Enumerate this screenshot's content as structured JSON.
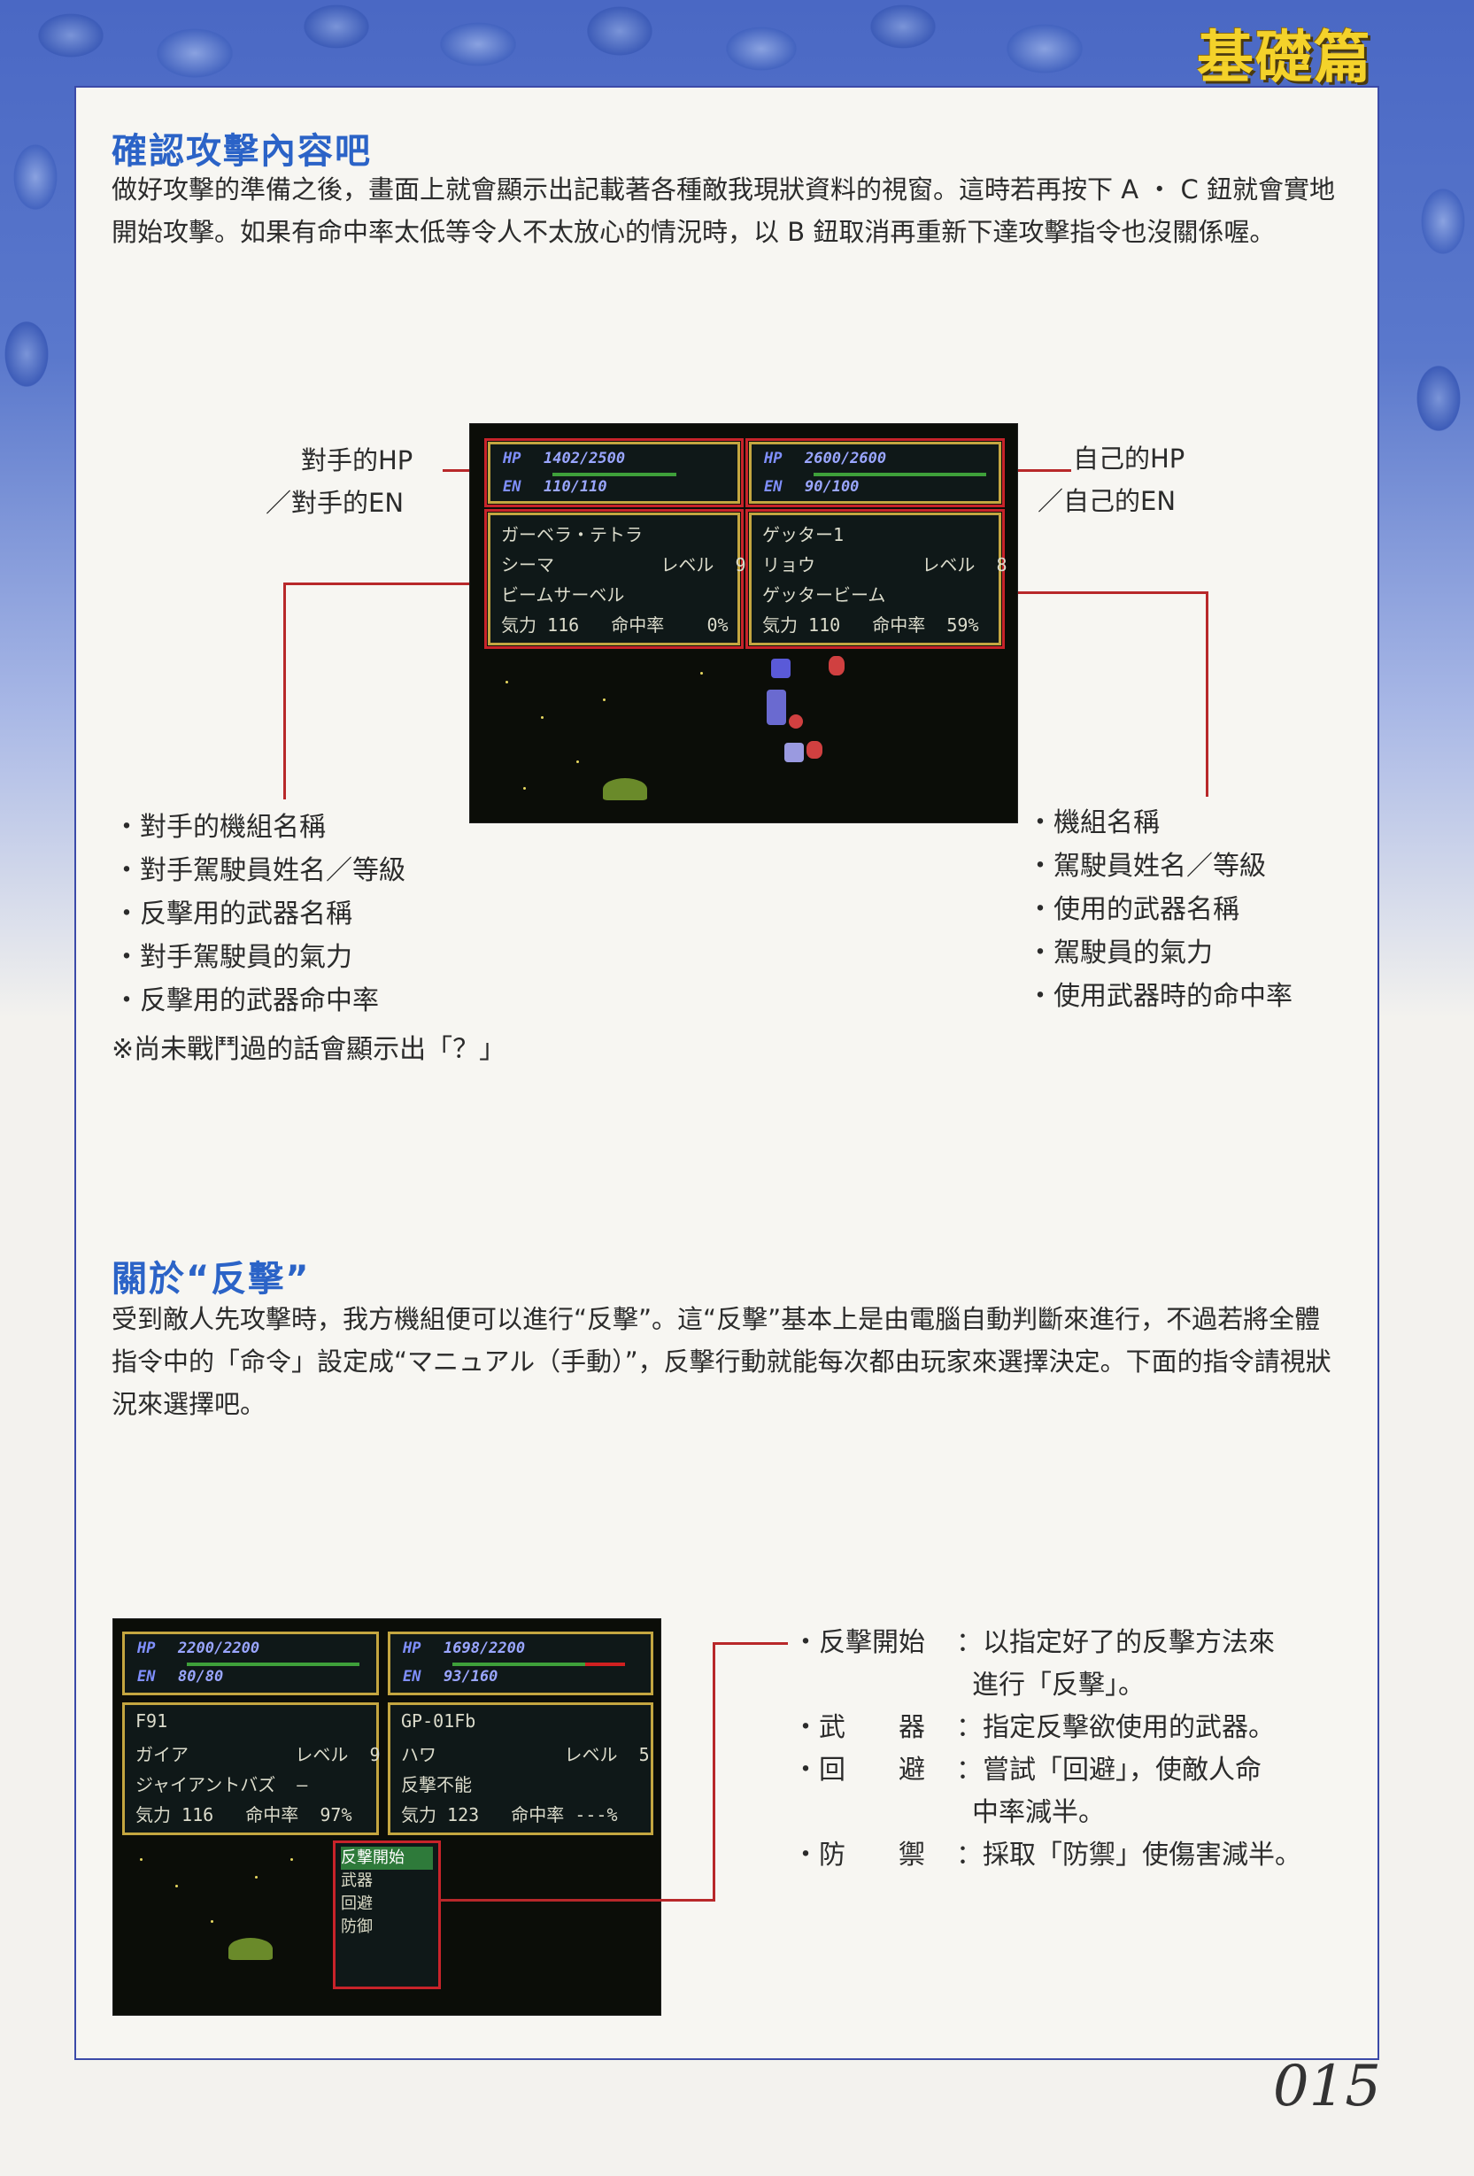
{
  "header": {
    "chapter_label": "基礎篇"
  },
  "section1": {
    "title": "確認攻擊內容吧",
    "paragraph": "做好攻擊的準備之後，畫面上就會顯示出記載著各種敵我現狀資料的視窗。這時若再按下 A ・ C 鈕就會實地開始攻擊。如果有命中率太低等令人不太放心的情況時，以 B 鈕取消再重新下達攻擊指令也沒關係喔。",
    "labels": {
      "enemy_hp_en": [
        "對手的HP",
        "／對手的EN"
      ],
      "self_hp_en": [
        "自己的HP",
        "／自己的EN"
      ]
    },
    "screen": {
      "enemy_stats": {
        "hp_key": "HP",
        "hp": "1402/2500",
        "en_key": "EN",
        "en": "110/110"
      },
      "self_stats": {
        "hp_key": "HP",
        "hp": "2600/2600",
        "en_key": "EN",
        "en": "90/100"
      },
      "enemy_info": [
        "ガーベラ・テトラ",
        "シーマ          レベル  9",
        "ビームサーベル",
        "気力 116   命中率    0%"
      ],
      "self_info": [
        "ゲッター1",
        "リョウ          レベル  8",
        "ゲッタービーム",
        "気力 110   命中率  59%"
      ]
    },
    "enemy_bullets": [
      "・對手的機組名稱",
      "・對手駕駛員姓名／等級",
      "・反擊用的武器名稱",
      "・對手駕駛員的氣力",
      "・反擊用的武器命中率"
    ],
    "enemy_note": "※尚未戰鬥過的話會顯示出「？」",
    "self_bullets": [
      "・機組名稱",
      "・駕駛員姓名／等級",
      "・使用的武器名稱",
      "・駕駛員的氣力",
      "・使用武器時的命中率"
    ]
  },
  "section2": {
    "title": "關於“反擊”",
    "paragraph": "受到敵人先攻擊時，我方機組便可以進行“反擊”。這“反擊”基本上是由電腦自動判斷來進行，不過若將全體指令中的「命令」設定成“マニュアル（手動）”，反擊行動就能每次都由玩家來選擇決定。下面的指令請視狀況來選擇吧。",
    "screen": {
      "left_stats": {
        "hp_key": "HP",
        "hp": "2200/2200",
        "en_key": "EN",
        "en": "80/80"
      },
      "right_stats": {
        "hp_key": "HP",
        "hp": "1698/2200",
        "en_key": "EN",
        "en": "93/160"
      },
      "left_info": [
        "F91",
        "ガイア          レベル  9",
        "ジャイアントバズ  —",
        "気力 116   命中率  97%"
      ],
      "right_info": [
        "GP-01Fb",
        "ハワ            レベル  5",
        "反撃不能",
        "気力 123   命中率 ---%"
      ],
      "command_menu": [
        "反撃開始",
        "武器",
        "回避",
        "防御"
      ],
      "command_selected": 0
    },
    "commands": [
      {
        "key": "・反擊開始",
        "desc": "：以指定好了的反擊方法來",
        "desc2": "進行「反擊」。"
      },
      {
        "key": "・武　　器",
        "desc": "：指定反擊欲使用的武器。"
      },
      {
        "key": "・回　　避",
        "desc": "：嘗試「回避」，使敵人命",
        "desc2": "中率減半。"
      },
      {
        "key": "・防　　禦",
        "desc": "：採取「防禦」使傷害減半。"
      }
    ]
  },
  "footer": {
    "page_number": "015"
  },
  "colors": {
    "title_blue": "#2b63c7",
    "callout_red": "#b8282a",
    "frame_blue": "#3b4aa8",
    "chapter_yellow": "#f4d22a"
  }
}
